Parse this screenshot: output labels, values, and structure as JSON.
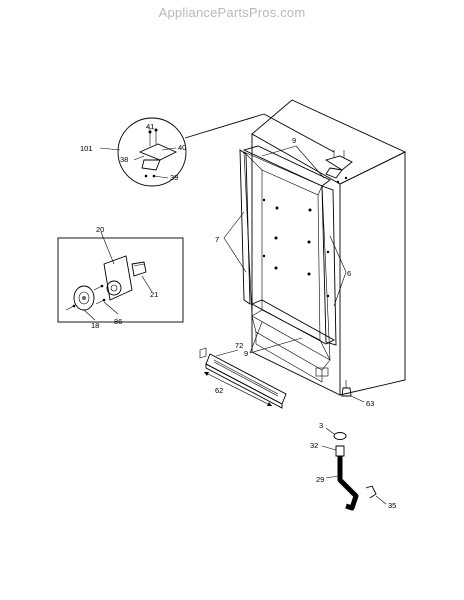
{
  "watermark": "AppliancePartsPros.com",
  "callouts": {
    "c101": "101",
    "c41": "41",
    "c40": "40",
    "c38": "38",
    "c39": "39",
    "c9a": "9",
    "c7": "7",
    "c6": "6",
    "c20": "20",
    "c21": "21",
    "c18": "18",
    "c86": "86",
    "c72": "72",
    "c9b": "9",
    "c62": "62",
    "c63": "63",
    "c3": "3",
    "c32": "32",
    "c29": "29",
    "c35": "35"
  }
}
